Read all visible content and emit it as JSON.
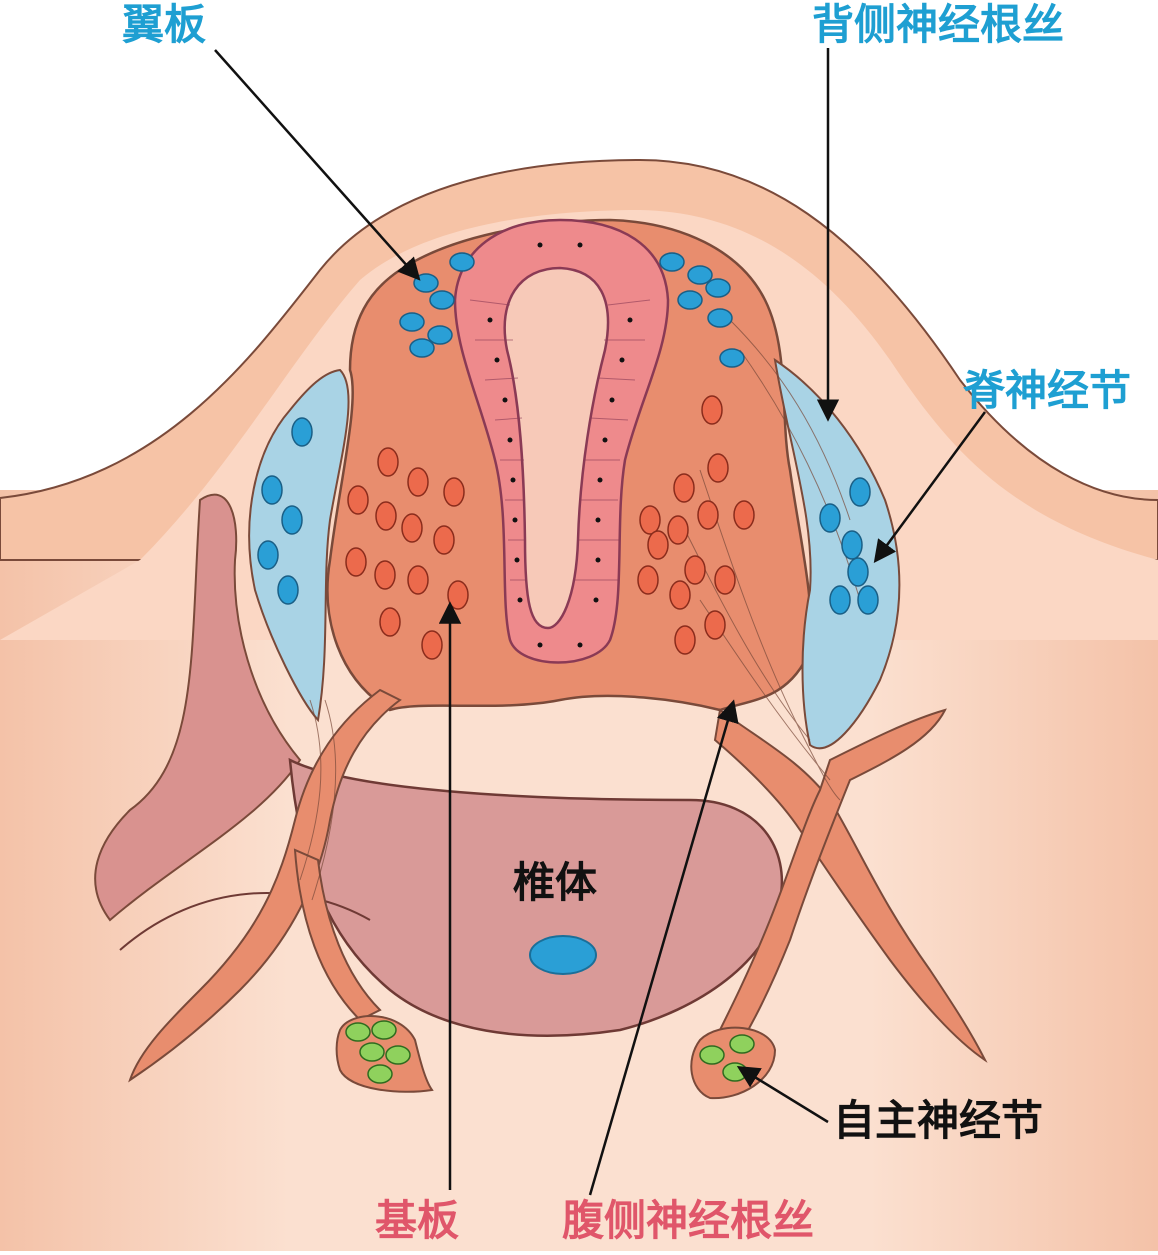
{
  "labels": {
    "alar_plate": "翼板",
    "dorsal_rootlets": "背侧神经根丝",
    "spinal_ganglion": "脊神经节",
    "vertebral_body": "椎体",
    "autonomic_ganglion": "自主神经节",
    "basal_plate": "基板",
    "ventral_rootlets": "腹侧神经根丝"
  },
  "colors": {
    "label_blue": "#1e9fd2",
    "label_pink": "#e0566a",
    "label_black": "#111111",
    "neural_tube": "#e88d6e",
    "lumen_wall": "#ee8a8c",
    "ganglion_blue": "#a9d3e5",
    "nucleus_blue": "#2a9fd6",
    "neuroblast_red": "#ec6a4c",
    "vertebral_body": "#d99a98",
    "autonomic_green": "#8fd15d",
    "skin": "#f7cdb4"
  }
}
